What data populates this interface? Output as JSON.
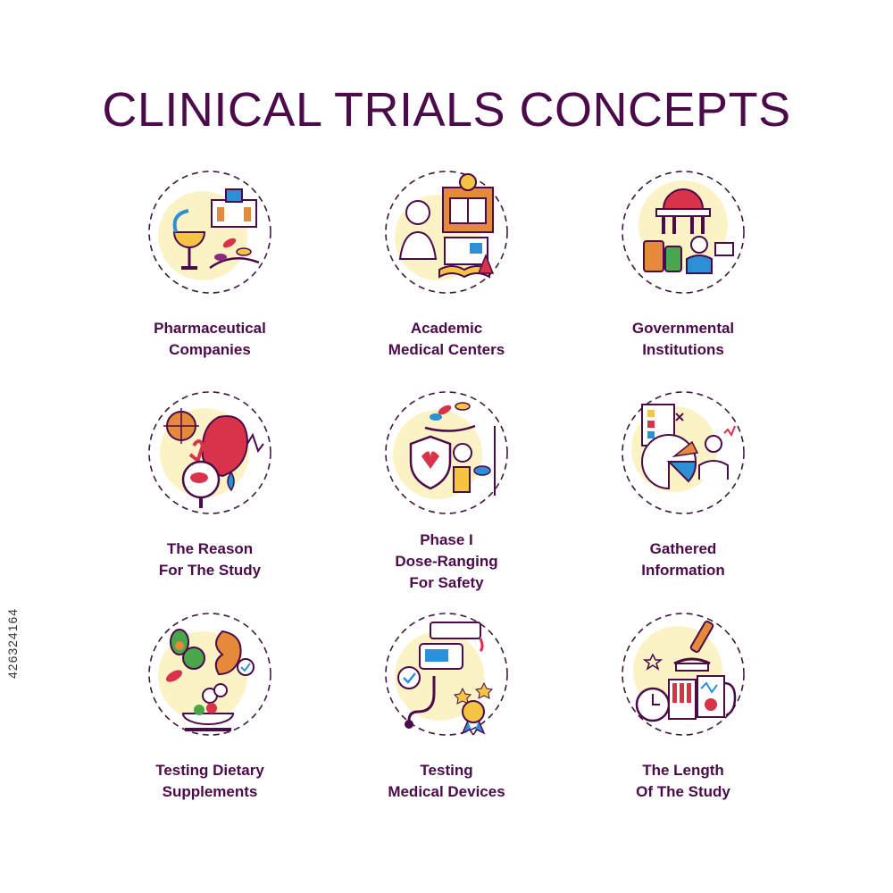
{
  "title": "CLINICAL TRIALS CONCEPTS",
  "colors": {
    "title": "#4b0a4a",
    "circle_fill": "#fbf3c5",
    "dash": "#3d1a3d",
    "purple": "#8b2a7f",
    "blue": "#2d8fd6",
    "orange": "#e58a3a",
    "red": "#d8334a",
    "green": "#4aa64a",
    "yellow": "#f4c542"
  },
  "items": [
    {
      "line1": "Pharmaceutical",
      "line2": "Companies",
      "line3": "",
      "icon": "pharmacy-icon"
    },
    {
      "line1": "Academic",
      "line2": "Medical Centers",
      "line3": "",
      "icon": "academic-center-icon"
    },
    {
      "line1": "Governmental",
      "line2": "Institutions",
      "line3": "",
      "icon": "government-icon"
    },
    {
      "line1": "The Reason",
      "line2": "For The Study",
      "line3": "",
      "icon": "research-reason-icon"
    },
    {
      "line1": "Phase I",
      "line2": "Dose-Ranging",
      "line3": "For Safety",
      "icon": "dose-safety-icon"
    },
    {
      "line1": "Gathered",
      "line2": "Information",
      "line3": "",
      "icon": "data-gathering-icon"
    },
    {
      "line1": "Testing Dietary",
      "line2": "Supplements",
      "line3": "",
      "icon": "dietary-supplements-icon"
    },
    {
      "line1": "Testing",
      "line2": "Medical Devices",
      "line3": "",
      "icon": "medical-devices-icon"
    },
    {
      "line1": "The Length",
      "line2": "Of The Study",
      "line3": "",
      "icon": "study-length-icon"
    }
  ],
  "watermark_id": "426324164"
}
